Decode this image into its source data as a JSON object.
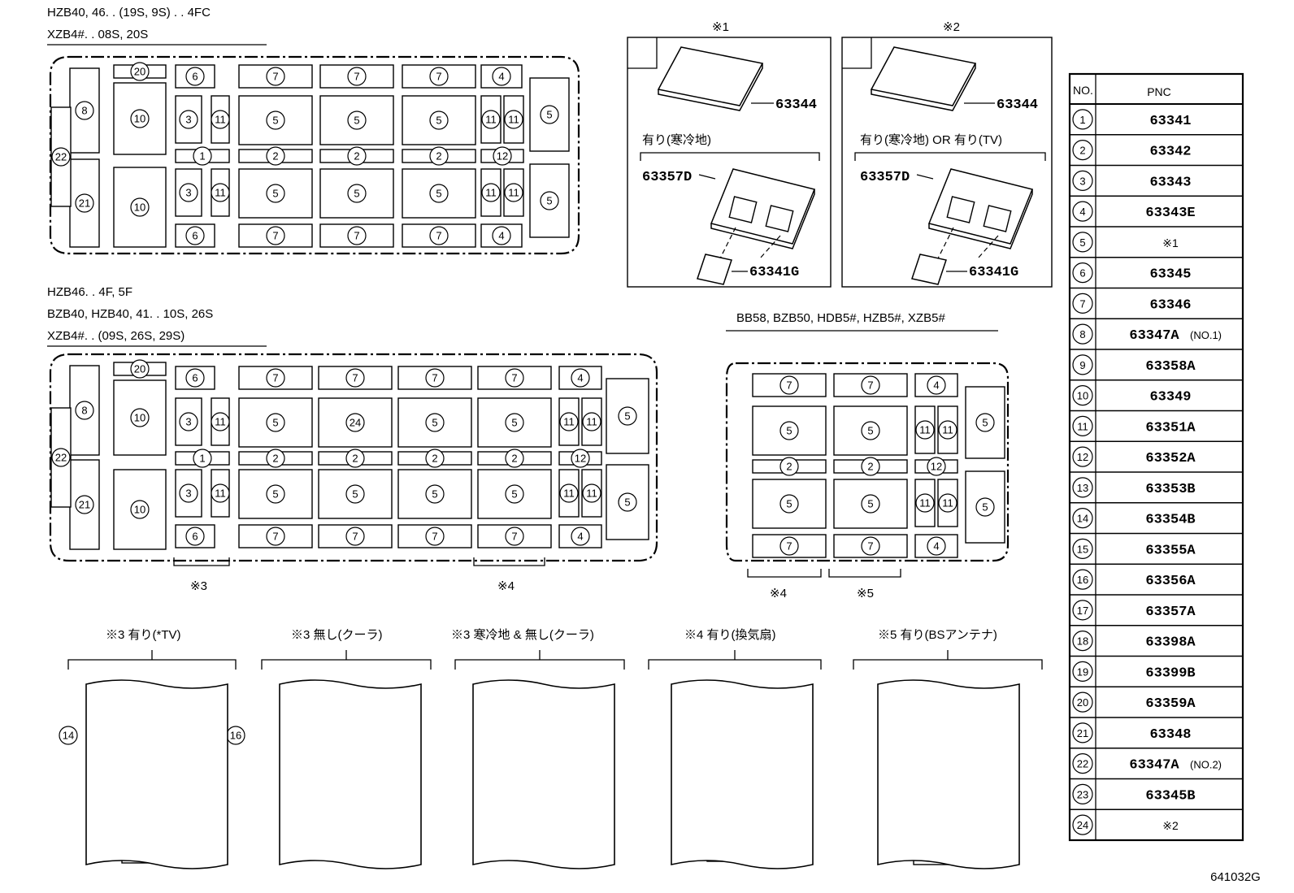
{
  "layouts": {
    "layout1": {
      "lines": [
        "HZB40, 46. . (19S, 9S) . . 4FC",
        "XZB4#. . 08S, 20S"
      ]
    },
    "layout2": {
      "lines": [
        "HZB46. . 4F, 5F",
        "BZB40, HZB40, 41. . 10S, 26S",
        "XZB4#. . (09S, 26S, 29S)"
      ]
    },
    "layout3": {
      "lines": [
        "BB58, BZB50, HDB5#, HZB5#, XZB5#"
      ]
    }
  },
  "refs": {
    "r1": "※1",
    "r2": "※2",
    "r3": "※3",
    "r4": "※4",
    "r5": "※5"
  },
  "insets": {
    "inset1": {
      "key": "5",
      "cond": "有り(寒冷地)",
      "top": "63344",
      "mid": "63357D",
      "bot": "63341G"
    },
    "inset2": {
      "key": "24",
      "cond": "有り(寒冷地) OR 有り(TV)",
      "top": "63344",
      "mid": "63357D",
      "bot": "63341G"
    }
  },
  "variants": [
    "※3 有り(*TV)",
    "※3 無し(クーラ)",
    "※3 寒冷地 & 無し(クーラ)",
    "※4 有り(換気扇)",
    "※5 有り(BSアンテナ)"
  ],
  "table": {
    "headers": {
      "no": "NO.",
      "pnc": "PNC"
    },
    "rows": [
      {
        "no": "1",
        "pnc": "63341",
        "suffix": ""
      },
      {
        "no": "2",
        "pnc": "63342",
        "suffix": ""
      },
      {
        "no": "3",
        "pnc": "63343",
        "suffix": ""
      },
      {
        "no": "4",
        "pnc": "63343E",
        "suffix": ""
      },
      {
        "no": "5",
        "pnc": "※1",
        "suffix": ""
      },
      {
        "no": "6",
        "pnc": "63345",
        "suffix": ""
      },
      {
        "no": "7",
        "pnc": "63346",
        "suffix": ""
      },
      {
        "no": "8",
        "pnc": "63347A",
        "suffix": "(NO.1)"
      },
      {
        "no": "9",
        "pnc": "63358A",
        "suffix": ""
      },
      {
        "no": "10",
        "pnc": "63349",
        "suffix": ""
      },
      {
        "no": "11",
        "pnc": "63351A",
        "suffix": ""
      },
      {
        "no": "12",
        "pnc": "63352A",
        "suffix": ""
      },
      {
        "no": "13",
        "pnc": "63353B",
        "suffix": ""
      },
      {
        "no": "14",
        "pnc": "63354B",
        "suffix": ""
      },
      {
        "no": "15",
        "pnc": "63355A",
        "suffix": ""
      },
      {
        "no": "16",
        "pnc": "63356A",
        "suffix": ""
      },
      {
        "no": "17",
        "pnc": "63357A",
        "suffix": ""
      },
      {
        "no": "18",
        "pnc": "63398A",
        "suffix": ""
      },
      {
        "no": "19",
        "pnc": "63399B",
        "suffix": ""
      },
      {
        "no": "20",
        "pnc": "63359A",
        "suffix": ""
      },
      {
        "no": "21",
        "pnc": "63348",
        "suffix": ""
      },
      {
        "no": "22",
        "pnc": "63347A",
        "suffix": "(NO.2)"
      },
      {
        "no": "23",
        "pnc": "63345B",
        "suffix": ""
      },
      {
        "no": "24",
        "pnc": "※2",
        "suffix": ""
      }
    ]
  },
  "diagram_code": "641032G"
}
